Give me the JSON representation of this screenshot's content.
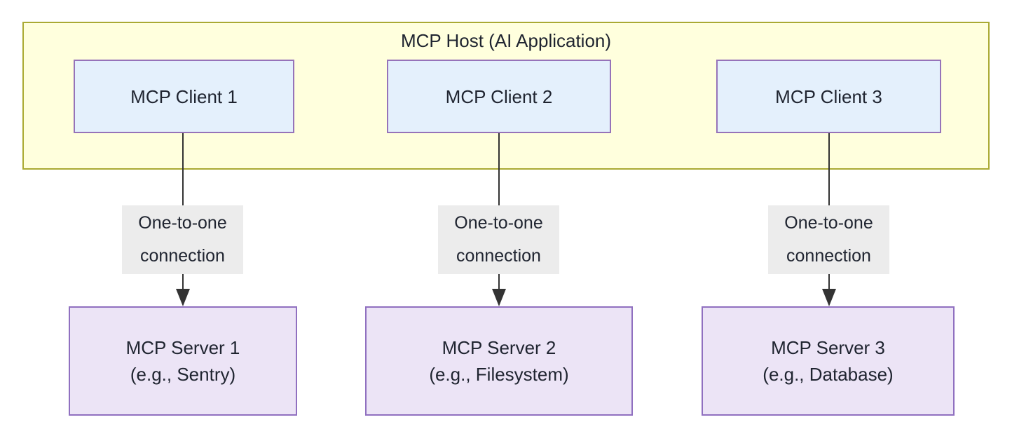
{
  "diagram": {
    "host": {
      "title": "MCP Host (AI Application)",
      "fill_color": "#ffffdd",
      "border_color": "#aaaa33"
    },
    "clients": [
      {
        "label": "MCP Client 1"
      },
      {
        "label": "MCP Client 2"
      },
      {
        "label": "MCP Client 3"
      }
    ],
    "servers": [
      {
        "label": "MCP Server 1",
        "sublabel": "(e.g., Sentry)"
      },
      {
        "label": "MCP Server 2",
        "sublabel": "(e.g., Filesystem)"
      },
      {
        "label": "MCP Server 3",
        "sublabel": "(e.g., Database)"
      }
    ],
    "edges": [
      {
        "line1": "One-to-one",
        "line2": "connection"
      },
      {
        "line1": "One-to-one",
        "line2": "connection"
      },
      {
        "line1": "One-to-one",
        "line2": "connection"
      }
    ],
    "colors": {
      "client_fill": "#e4f0fc",
      "client_border": "#9673b9",
      "server_fill": "#ece4f6",
      "server_border": "#9070c0",
      "edge_stroke": "#333333",
      "edge_label_bg": "#ececec",
      "text": "#1f2430"
    }
  }
}
